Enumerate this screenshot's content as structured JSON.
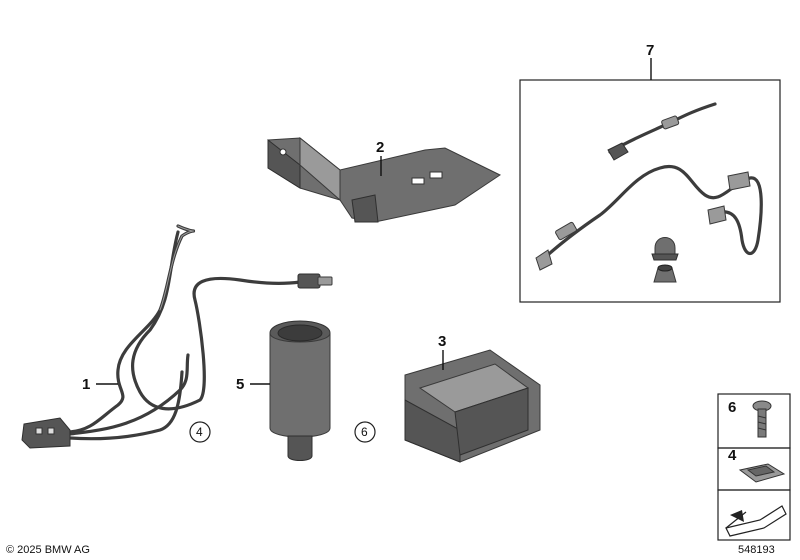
{
  "callouts": {
    "c1": "1",
    "c2": "2",
    "c3": "3",
    "c5": "5",
    "c7": "7",
    "circle_a": "4",
    "circle_b": "6"
  },
  "legend": {
    "item_top": "6",
    "item_mid": "4"
  },
  "footer": {
    "copyright": "© 2025 BMW AG",
    "diagram_number": "548193"
  },
  "colors": {
    "part_fill": "#6f6f6f",
    "line": "#111111"
  }
}
